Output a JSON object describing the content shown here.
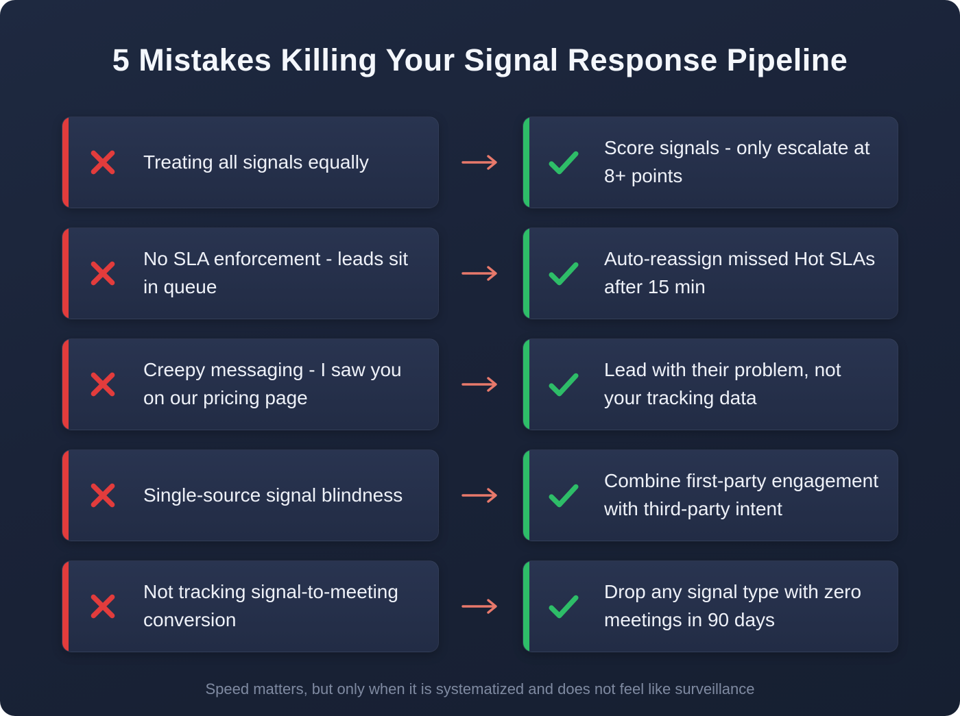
{
  "title": "5 Mistakes Killing Your Signal Response Pipeline",
  "footer": "Speed matters, but only when it is systematized and does not feel like surveillance",
  "colors": {
    "background": "#1a2338",
    "card": "#27314b",
    "red_accent": "#e23c3c",
    "green_accent": "#2ebd68",
    "arrow": "#e8796b",
    "text": "#eef1f8",
    "footer_text": "#7f8aa1"
  },
  "icons": {
    "mistake": "x-icon",
    "fix": "check-icon",
    "connector": "arrow-right-icon"
  },
  "rows": [
    {
      "mistake": "Treating all signals equally",
      "fix": "Score signals - only escalate at 8+ points"
    },
    {
      "mistake": "No SLA enforcement - leads sit in queue",
      "fix": "Auto-reassign missed Hot SLAs after 15 min"
    },
    {
      "mistake": "Creepy messaging - I saw you on our pricing page",
      "fix": "Lead with their problem, not your tracking data"
    },
    {
      "mistake": "Single-source signal blindness",
      "fix": "Combine first-party engagement with third-party intent"
    },
    {
      "mistake": "Not tracking signal-to-meeting conversion",
      "fix": "Drop any signal type with zero meetings in 90 days"
    }
  ]
}
